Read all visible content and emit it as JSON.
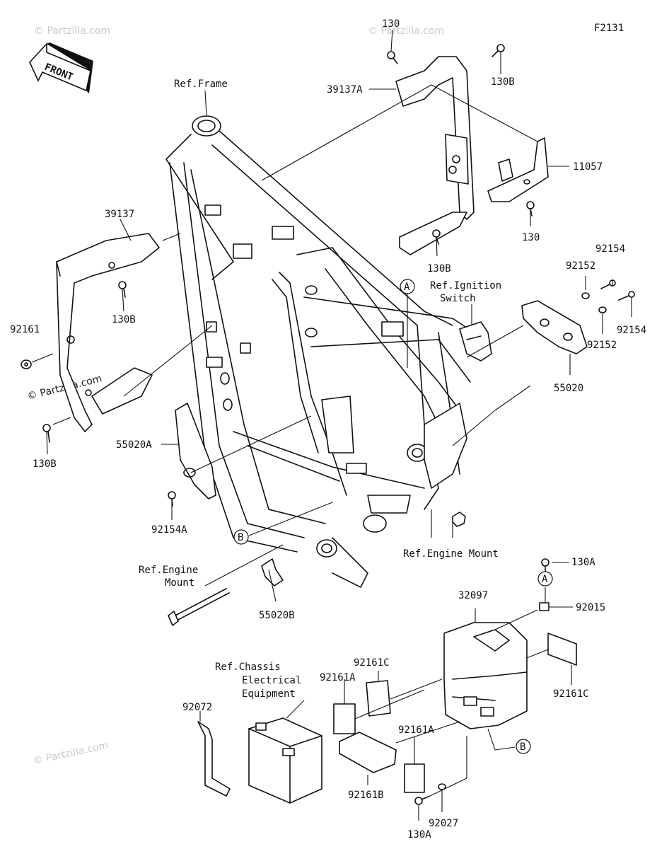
{
  "diagram_code": "F2131",
  "front_label": "FRONT",
  "watermarks": {
    "main": "© Partzilla.com",
    "faint": "© Partzilla.com"
  },
  "circle_refs": {
    "a": "A",
    "b": "B"
  },
  "labels": {
    "p130_top": "130",
    "p130b_top_right": "130B",
    "p39137a": "39137A",
    "ref_frame": "Ref.Frame",
    "p11057": "11057",
    "p130_mid": "130",
    "p130b_mid": "130B",
    "p39137": "39137",
    "p130b_left": "130B",
    "p92161": "92161",
    "p130b_bottom_left": "130B",
    "p55020a": "55020A",
    "p92154a": "92154A",
    "ref_ignition_1": "Ref.Ignition",
    "ref_ignition_2": "Switch",
    "p92154_top": "92154",
    "p92152_top": "92152",
    "p92154_right": "92154",
    "p92152_right": "92152",
    "p55020": "55020",
    "ref_engine_mount_right": "Ref.Engine Mount",
    "p130a_right": "130A",
    "ref_engine_mount_left_1": "Ref.Engine",
    "ref_engine_mount_left_2": "Mount",
    "p55020b": "55020B",
    "p32097": "32097",
    "p92015": "92015",
    "ref_chassis_1": "Ref.Chassis",
    "ref_chassis_2": "Electrical",
    "ref_chassis_3": "Equipment",
    "p92161c_top": "92161C",
    "p92161a_top": "92161A",
    "p92161c_right": "92161C",
    "p92072": "92072",
    "p92161a_bottom": "92161A",
    "p92161b": "92161B",
    "p130a_bottom": "130A",
    "p92027": "92027"
  }
}
